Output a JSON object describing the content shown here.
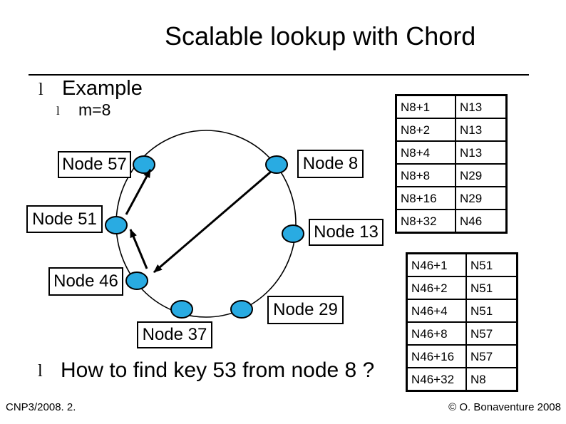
{
  "slide": {
    "title": "Scalable lookup with Chord",
    "footer_left": "CNP3/2008. 2.",
    "footer_right": "© O. Bonaventure 2008"
  },
  "bullets": {
    "glyph": "l",
    "example_label": "Example",
    "m_label": "m=8",
    "question": "How to find key 53 from node 8 ?"
  },
  "diagram": {
    "node_fill": "#29ABE2",
    "nodes": [
      {
        "label": "Node 57"
      },
      {
        "label": "Node 8"
      },
      {
        "label": "Node 51"
      },
      {
        "label": "Node 13"
      },
      {
        "label": "Node 46"
      },
      {
        "label": "Node 37"
      },
      {
        "label": "Node 29"
      }
    ],
    "arrows": [
      {
        "name": "N8 to N46"
      },
      {
        "name": "N46 to N51"
      },
      {
        "name": "N51 to N57"
      }
    ]
  },
  "finger_table_n8": {
    "rows": [
      {
        "start": "N8+1",
        "succ": "N13"
      },
      {
        "start": "N8+2",
        "succ": "N13"
      },
      {
        "start": "N8+4",
        "succ": "N13"
      },
      {
        "start": "N8+8",
        "succ": "N29"
      },
      {
        "start": "N8+16",
        "succ": "N29"
      },
      {
        "start": "N8+32",
        "succ": "N46"
      }
    ]
  },
  "finger_table_n46": {
    "rows": [
      {
        "start": "N46+1",
        "succ": "N51"
      },
      {
        "start": "N46+2",
        "succ": "N51"
      },
      {
        "start": "N46+4",
        "succ": "N51"
      },
      {
        "start": "N46+8",
        "succ": "N57"
      },
      {
        "start": "N46+16",
        "succ": "N57"
      },
      {
        "start": "N46+32",
        "succ": "N8"
      }
    ]
  }
}
